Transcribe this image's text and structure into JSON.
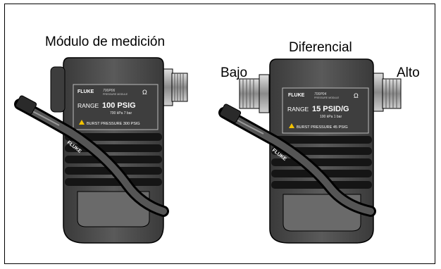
{
  "labels": {
    "left_title": "Módulo de medición",
    "right_title": "Diferencial",
    "low_port": "Bajo",
    "high_port": "Alto"
  },
  "modules": [
    {
      "brand": "FLUKE",
      "model": "700P06",
      "subtitle": "PRESSURE MODULE",
      "range_label": "RANGE",
      "range_value": "100 PSIG",
      "range_sub": "700 kPa  7 bar",
      "burst": "BURST PRESSURE 300 PSIG",
      "cable_text": "FLUKE"
    },
    {
      "brand": "FLUKE",
      "model": "700P04",
      "subtitle": "PRESSURE MODULE",
      "range_label": "RANGE",
      "range_value": "15 PSID/G",
      "range_sub": "100 kPa  1 bar",
      "burst": "BURST PRESSURE 45 PSIG",
      "cable_text": "FLUKE"
    }
  ],
  "colors": {
    "body": "#4a4a4a",
    "body_dark": "#2b2b2b",
    "fin": "#1a1a1a",
    "panel": "#d9d9d9",
    "fitting": "#8c8c8c"
  }
}
